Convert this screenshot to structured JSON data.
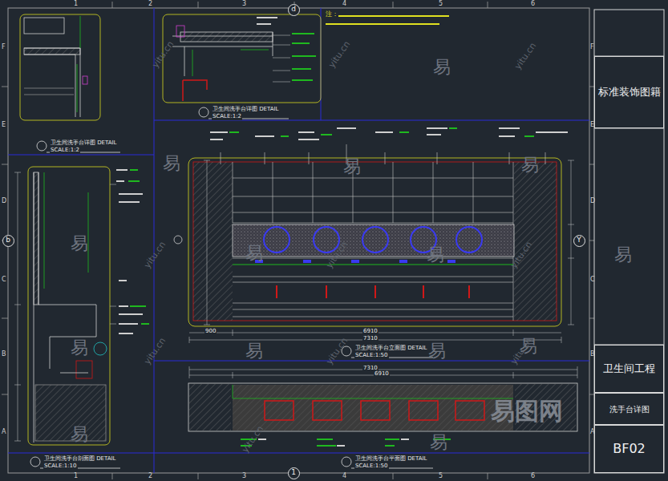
{
  "diagram": {
    "nodes": [
      {
        "text": [
          "d"
        ]
      },
      {
        "text": [
          "标准装饰图籍"
        ]
      },
      {
        "text": [
          "b"
        ]
      },
      {
        "text": [
          "Y"
        ]
      },
      {
        "text": [
          "卫生间工程"
        ]
      },
      {
        "text": [
          "洗手台详图"
        ]
      },
      {
        "text": [
          "BF02"
        ]
      },
      {
        "text": [
          "1"
        ]
      }
    ],
    "labels": [
      "1",
      "2",
      "3",
      "4",
      "5",
      "6",
      "1",
      "2",
      "3",
      "4",
      "5",
      "6",
      "F",
      "E",
      "D",
      "C",
      "B",
      "A",
      "F",
      "E",
      "D",
      "C",
      "B",
      "A",
      "注：",
      "卫生间洗手台详图 DETAIL",
      "SCALE:1:2",
      "卫生间洗手台详图 DETAIL",
      "SCALE:1:2",
      "卫生间洗手台立面图 DETAIL",
      "SCALE:1:50",
      "卫生间洗手台剖面图 DETAIL",
      "SCALE:1:10",
      "卫生间洗手台平面图 DETAIL",
      "SCALE:1:50",
      "6910",
      "7310",
      "7310",
      "6910",
      "900",
      "易",
      "易",
      "易",
      "易",
      "易",
      "易",
      "易",
      "易",
      "易",
      "易",
      "易",
      "易",
      "易",
      "易",
      "yitu.cn",
      "yitu.cn",
      "yitu.cn",
      "yitu.cn",
      "yitu.cn",
      "yitu.cn",
      "yitu.cn",
      "yitu.cn",
      "yitu.cn",
      "yitu.cn",
      "易图网"
    ]
  }
}
